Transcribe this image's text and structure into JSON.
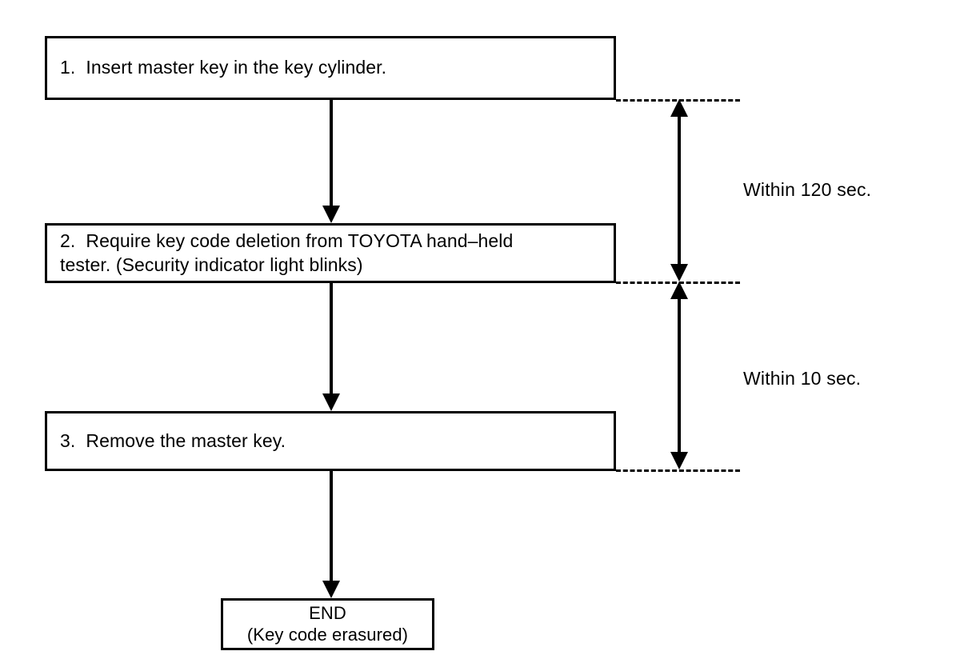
{
  "diagram": {
    "title": "Key code erasure procedure flowchart",
    "line_color": "#000000",
    "background_color": "#ffffff",
    "steps": [
      {
        "id": "step-1",
        "number": "1.",
        "text": "1.  Insert master key in the key cylinder."
      },
      {
        "id": "step-2",
        "number": "2.",
        "text": "2.  Require key code deletion from TOYOTA hand–held\ntester. (Security indicator light blinks)"
      },
      {
        "id": "step-3",
        "number": "3.",
        "text": "3.  Remove the master key."
      }
    ],
    "end_node": {
      "id": "end",
      "text": "END\n(Key code erasured)"
    },
    "timing_annotations": [
      {
        "id": "within-120",
        "label": "Within 120 sec.",
        "spans_from": "step-1",
        "spans_to": "step-2"
      },
      {
        "id": "within-10",
        "label": "Within 10 sec.",
        "spans_from": "step-2",
        "spans_to": "step-3"
      }
    ]
  }
}
